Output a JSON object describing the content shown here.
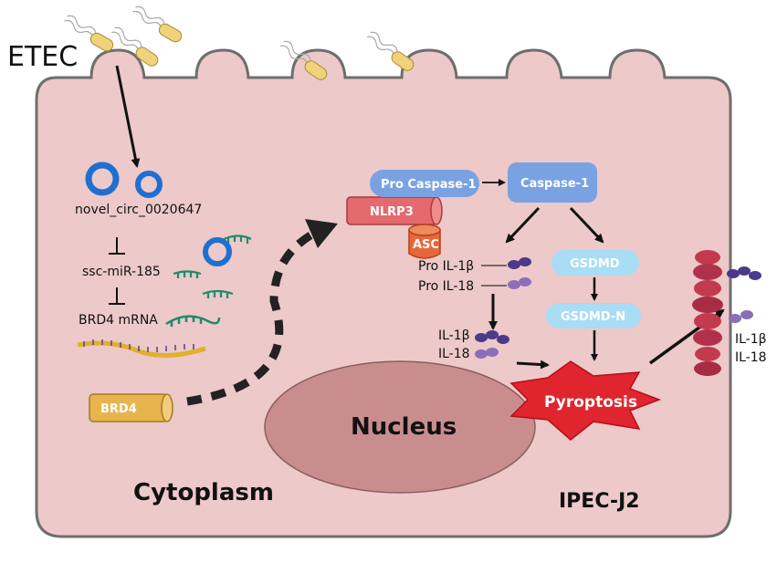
{
  "labels": {
    "pathogen": "ETEC",
    "circ_rna": "novel_circ_0020647",
    "mirna": "ssc-miR-185",
    "mrna": "BRD4 mRNA",
    "protein": "BRD4",
    "nlrp3": "NLRP3",
    "asc": "ASC",
    "pro_caspase": "Pro Caspase-1",
    "caspase": "Caspase-1",
    "pro_il1b": "Pro IL-1β",
    "pro_il18": "Pro IL-18",
    "il1b": "IL-1β",
    "il18": "IL-18",
    "gsdmd": "GSDMD",
    "gsdmd_n": "GSDMD-N",
    "pyroptosis": "Pyroptosis",
    "nucleus": "Nucleus",
    "cytoplasm": "Cytoplasm",
    "cell_line": "IPEC-J2",
    "il1b_out": "IL-1β",
    "il18_out": "IL-18"
  },
  "colors": {
    "cell_fill": "#edc9c9",
    "cell_stroke": "#6e6e6e",
    "nucleus_fill": "#c98d8d",
    "circ_blue": "#1f6fd1",
    "rna_green": "#1f8a6a",
    "pill_blue": "#7aa2e3",
    "pill_light": "#a9dcf5",
    "nlrp3_red": "#e46a6e",
    "asc_orange": "#e8673a",
    "pyroptosis_red": "#e0252f",
    "brd4_gold": "#e8b44e",
    "il_purple": "#5a3d8a",
    "membrane_red": "#c23a4e"
  }
}
